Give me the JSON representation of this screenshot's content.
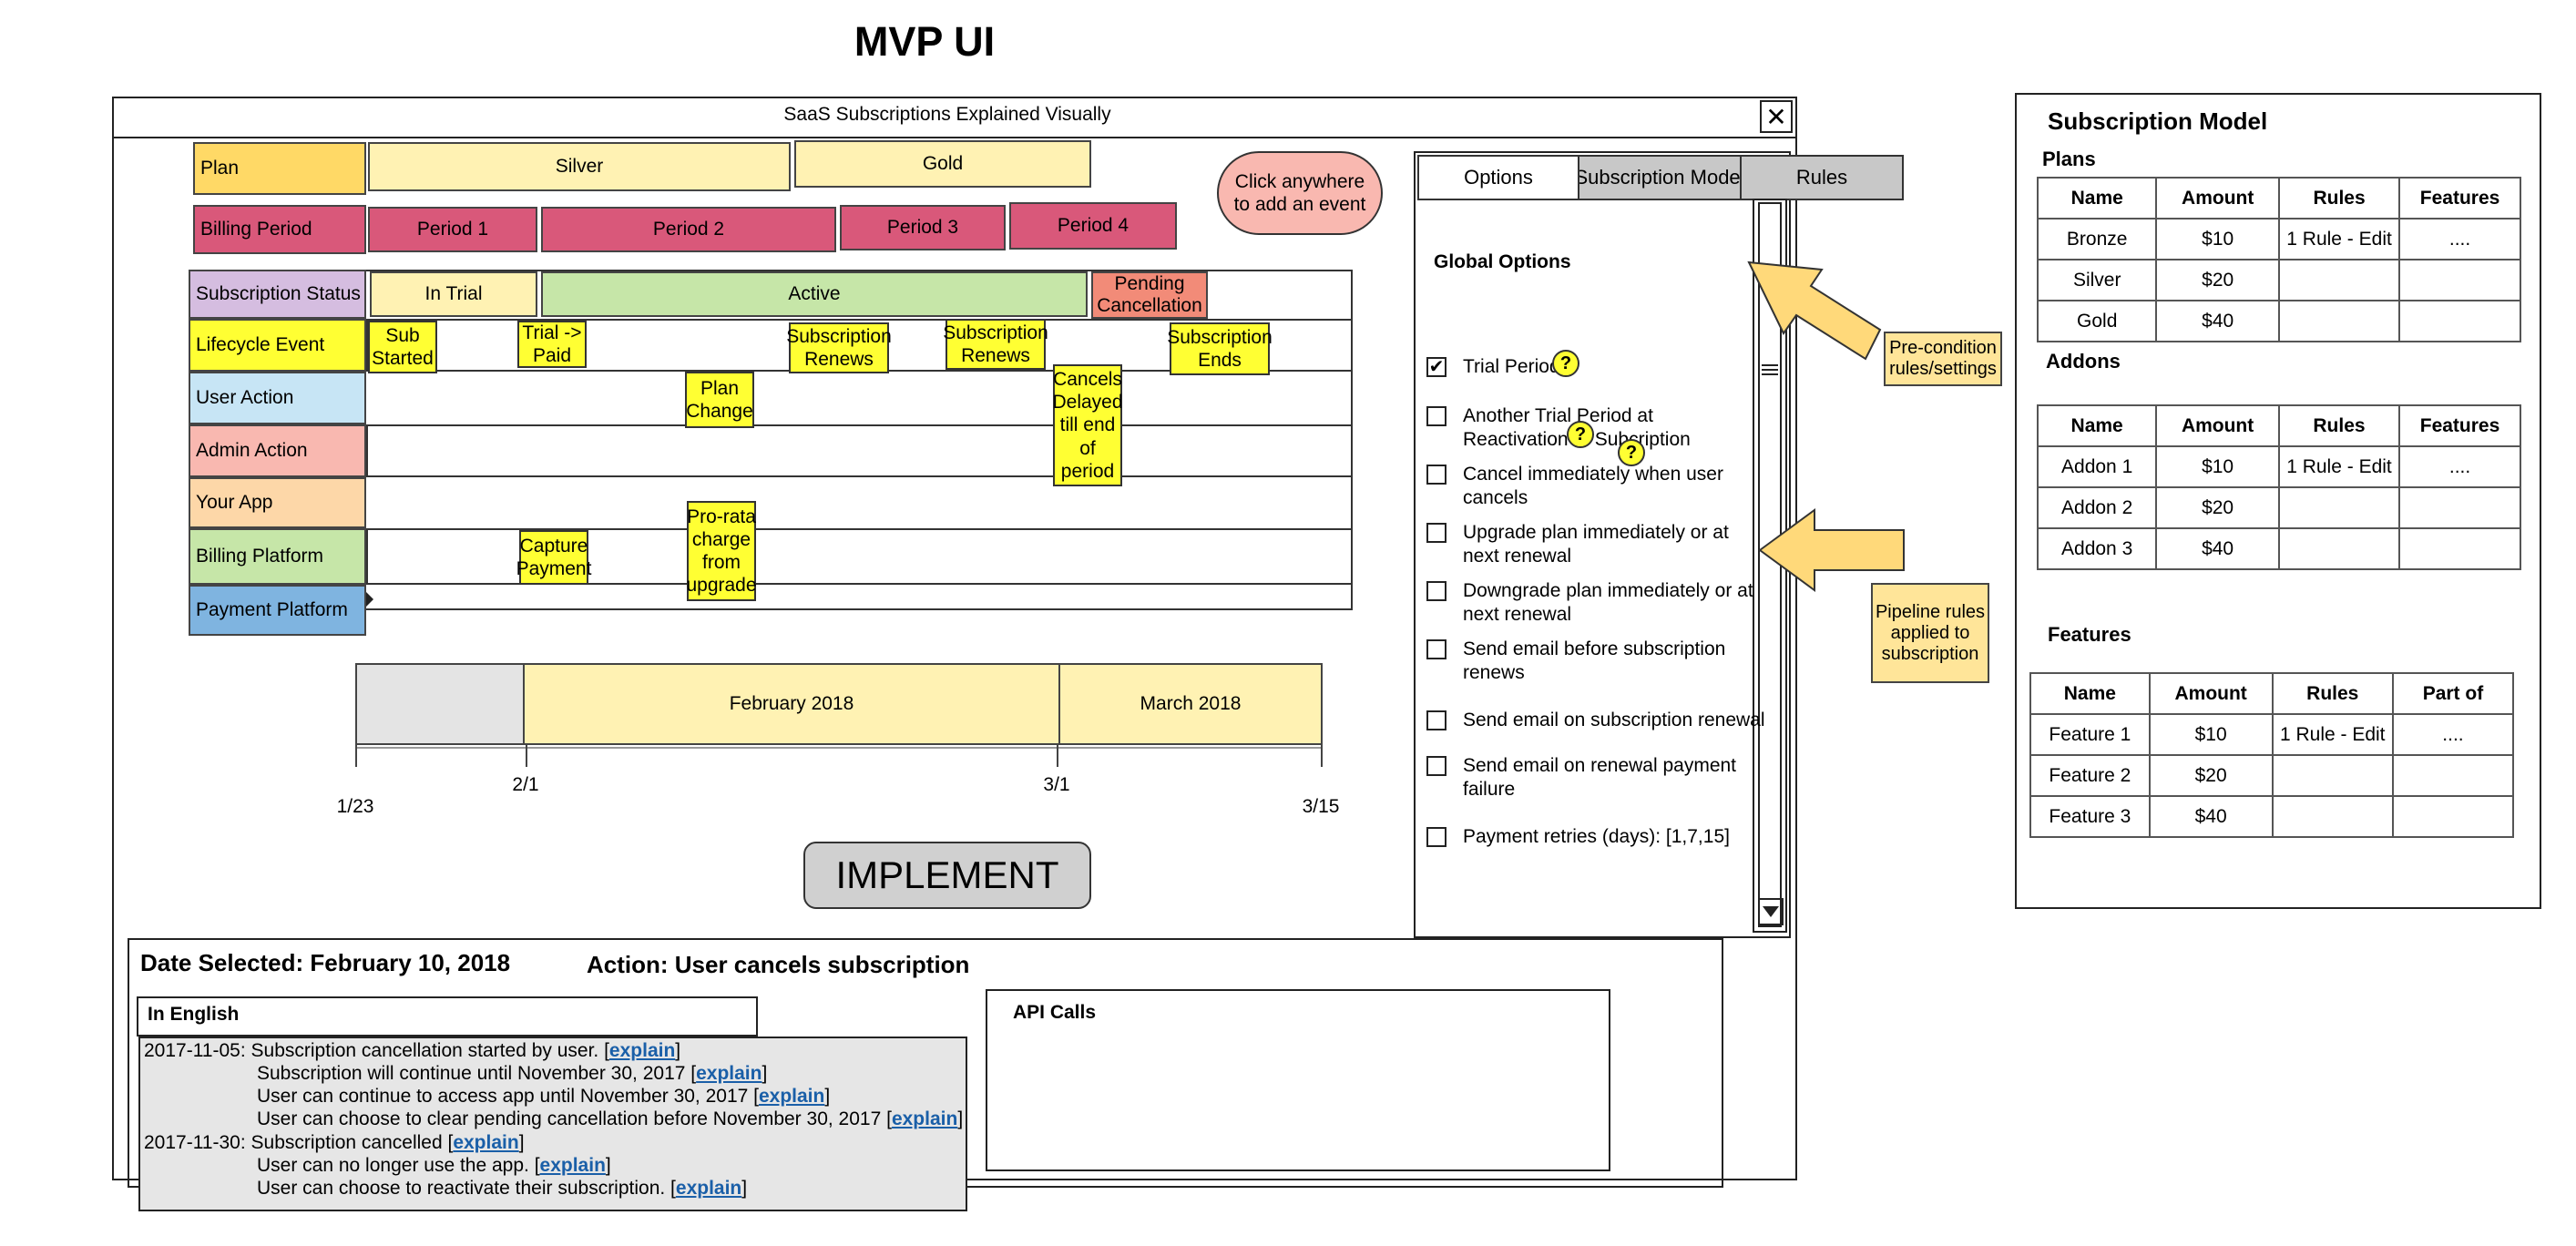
{
  "page_title": "MVP UI",
  "window": {
    "title": "SaaS Subscriptions Explained Visually",
    "close_glyph": "✕"
  },
  "lanes": {
    "plan": "Plan",
    "billing_period": "Billing Period",
    "subscription_status": "Subscription Status",
    "lifecycle_event": "Lifecycle Event",
    "user_action": "User Action",
    "admin_action": "Admin Action",
    "your_app": "Your App",
    "billing_platform": "Billing Platform",
    "payment_platform": "Payment Platform"
  },
  "plans": [
    "Silver",
    "Gold"
  ],
  "periods": [
    "Period 1",
    "Period 2",
    "Period 3",
    "Period 4"
  ],
  "statuses": [
    "In Trial",
    "Active",
    "Pending Cancellation"
  ],
  "events": {
    "sub_started": "Sub Started",
    "trial_paid": "Trial -> Paid",
    "renews_1": "Subscription Renews",
    "renews_2": "Subscription Renews",
    "subscription_ends": "Subscription Ends",
    "plan_change": "Plan Change",
    "cancels_delayed": "Cancels Delayed till end of period",
    "prorata": "Pro-rata charge from upgrade",
    "capture_payment": "Capture Payment"
  },
  "add_event_hint": "Click anywhere to add an event",
  "timeline": {
    "months": [
      "February 2018",
      "March 2018"
    ],
    "ticks": [
      "1/23",
      "2/1",
      "3/1",
      "3/15"
    ]
  },
  "implement_label": "IMPLEMENT",
  "options_panel": {
    "tabs": [
      "Options",
      "Subscription Model",
      "Rules"
    ],
    "heading": "Global Options",
    "items": [
      {
        "label": "Trial Period",
        "checked": true
      },
      {
        "label": "Another Trial Period at Reactivation of Subcription",
        "checked": false
      },
      {
        "label": "Cancel immediately when user cancels",
        "checked": false
      },
      {
        "label": "Upgrade plan immediately or at next renewal",
        "checked": false
      },
      {
        "label": "Downgrade plan immediately or at next renewal",
        "checked": false
      },
      {
        "label": "Send email before subscription renews",
        "checked": false
      },
      {
        "label": "Send email on subscription renewal",
        "checked": false
      },
      {
        "label": "Send email on renewal payment failure",
        "checked": false
      },
      {
        "label": "Payment retries (days): [1,7,15]",
        "checked": false
      }
    ],
    "check_glyph": "✔",
    "help_glyph": "?"
  },
  "callouts": {
    "precondition": "Pre-condition rules/settings",
    "pipeline": "Pipeline rules applied to subscription"
  },
  "model": {
    "title": "Subscription Model",
    "plans_heading": "Plans",
    "addons_heading": "Addons",
    "features_heading": "Features",
    "plans_cols": [
      "Name",
      "Amount",
      "Rules",
      "Features"
    ],
    "plans_rows": [
      [
        "Bronze",
        "$10",
        "1 Rule - Edit",
        "...."
      ],
      [
        "Silver",
        "$20",
        "",
        ""
      ],
      [
        "Gold",
        "$40",
        "",
        ""
      ]
    ],
    "addons_cols": [
      "Name",
      "Amount",
      "Rules",
      "Features"
    ],
    "addons_rows": [
      [
        "Addon 1",
        "$10",
        "1 Rule - Edit",
        "...."
      ],
      [
        "Addon 2",
        "$20",
        "",
        ""
      ],
      [
        "Addon 3",
        "$40",
        "",
        ""
      ]
    ],
    "features_cols": [
      "Name",
      "Amount",
      "Rules",
      "Part of"
    ],
    "features_rows": [
      [
        "Feature 1",
        "$10",
        "1 Rule - Edit",
        "...."
      ],
      [
        "Feature 2",
        "$20",
        "",
        ""
      ],
      [
        "Feature 3",
        "$40",
        "",
        ""
      ]
    ]
  },
  "detail": {
    "date_selected": "Date Selected: February 10, 2018",
    "action": "Action: User cancels subscription",
    "english_heading": "In English",
    "api_heading": "API Calls",
    "explain": "explain",
    "lines": [
      "2017-11-05: Subscription cancellation started by user. [",
      "Subscription will continue until November 30, 2017 [",
      "User can continue to access app until November 30, 2017 [",
      "User can choose to clear pending cancellation before November 30, 2017 [",
      "2017-11-30: Subscription cancelled [",
      "User can no longer use the app.  [",
      "User can choose to reactivate their subscription. ["
    ],
    "close_bracket": "]"
  },
  "colors": {
    "plan": "#ffd966",
    "plan_light": "#fff2b3",
    "billing": "#d9587a",
    "status_label": "#d5bde0",
    "active": "#c6e6a8",
    "pending": "#f28b78",
    "sticky": "#ffff33",
    "user_action": "#c7e5f5",
    "admin_action": "#f9b8b0",
    "your_app": "#fdd7a8",
    "billing_platform": "#c6e6a8",
    "payment_platform": "#7fb4e0",
    "arrow": "#ffd97a",
    "callout": "#ffe599"
  }
}
